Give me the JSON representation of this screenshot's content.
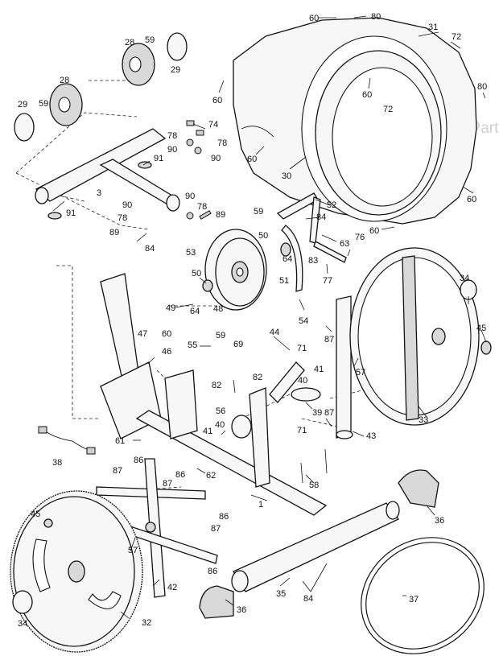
{
  "watermark": "eReplacementParts.com",
  "callouts": {
    "c1": "1",
    "c3": "3",
    "c28a": "28",
    "c28b": "28",
    "c29a": "29",
    "c29b": "29",
    "c30": "30",
    "c31": "31",
    "c32": "32",
    "c33": "33",
    "c34a": "34",
    "c34b": "34",
    "c35": "35",
    "c36a": "36",
    "c36b": "36",
    "c37": "37",
    "c38": "38",
    "c39": "39",
    "c40a": "40",
    "c40b": "40",
    "c41a": "41",
    "c41b": "41",
    "c42": "42",
    "c43": "43",
    "c44": "44",
    "c45a": "45",
    "c45b": "45",
    "c46": "46",
    "c47": "47",
    "c48": "48",
    "c49": "49",
    "c50a": "50",
    "c50b": "50",
    "c51": "51",
    "c52": "52",
    "c53": "53",
    "c54": "54",
    "c55": "55",
    "c56": "56",
    "c57a": "57",
    "c57b": "57",
    "c58": "58",
    "c59a": "59",
    "c59b": "59",
    "c59c": "59",
    "c59d": "59",
    "c60a": "60",
    "c60b": "60",
    "c60c": "60",
    "c60d": "60",
    "c60e": "60",
    "c60f": "60",
    "c60g": "60",
    "c61": "61",
    "c62": "62",
    "c63": "63",
    "c64a": "64",
    "c64b": "64",
    "c69": "69",
    "c71a": "71",
    "c71b": "71",
    "c72a": "72",
    "c72b": "72",
    "c74": "74",
    "c76": "76",
    "c77": "77",
    "c78a": "78",
    "c78b": "78",
    "c78c": "78",
    "c78d": "78",
    "c80a": "80",
    "c80b": "80",
    "c82a": "82",
    "c82b": "82",
    "c83": "83",
    "c84a": "84",
    "c84b": "84",
    "c84c": "84",
    "c86a": "86",
    "c86b": "86",
    "c86c": "86",
    "c86d": "86",
    "c87a": "87",
    "c87b": "87",
    "c87c": "87",
    "c87d": "87",
    "c87e": "87",
    "c89a": "89",
    "c89b": "89",
    "c90a": "90",
    "c90b": "90",
    "c90c": "90",
    "c90d": "90",
    "c91a": "91",
    "c91b": "91"
  }
}
